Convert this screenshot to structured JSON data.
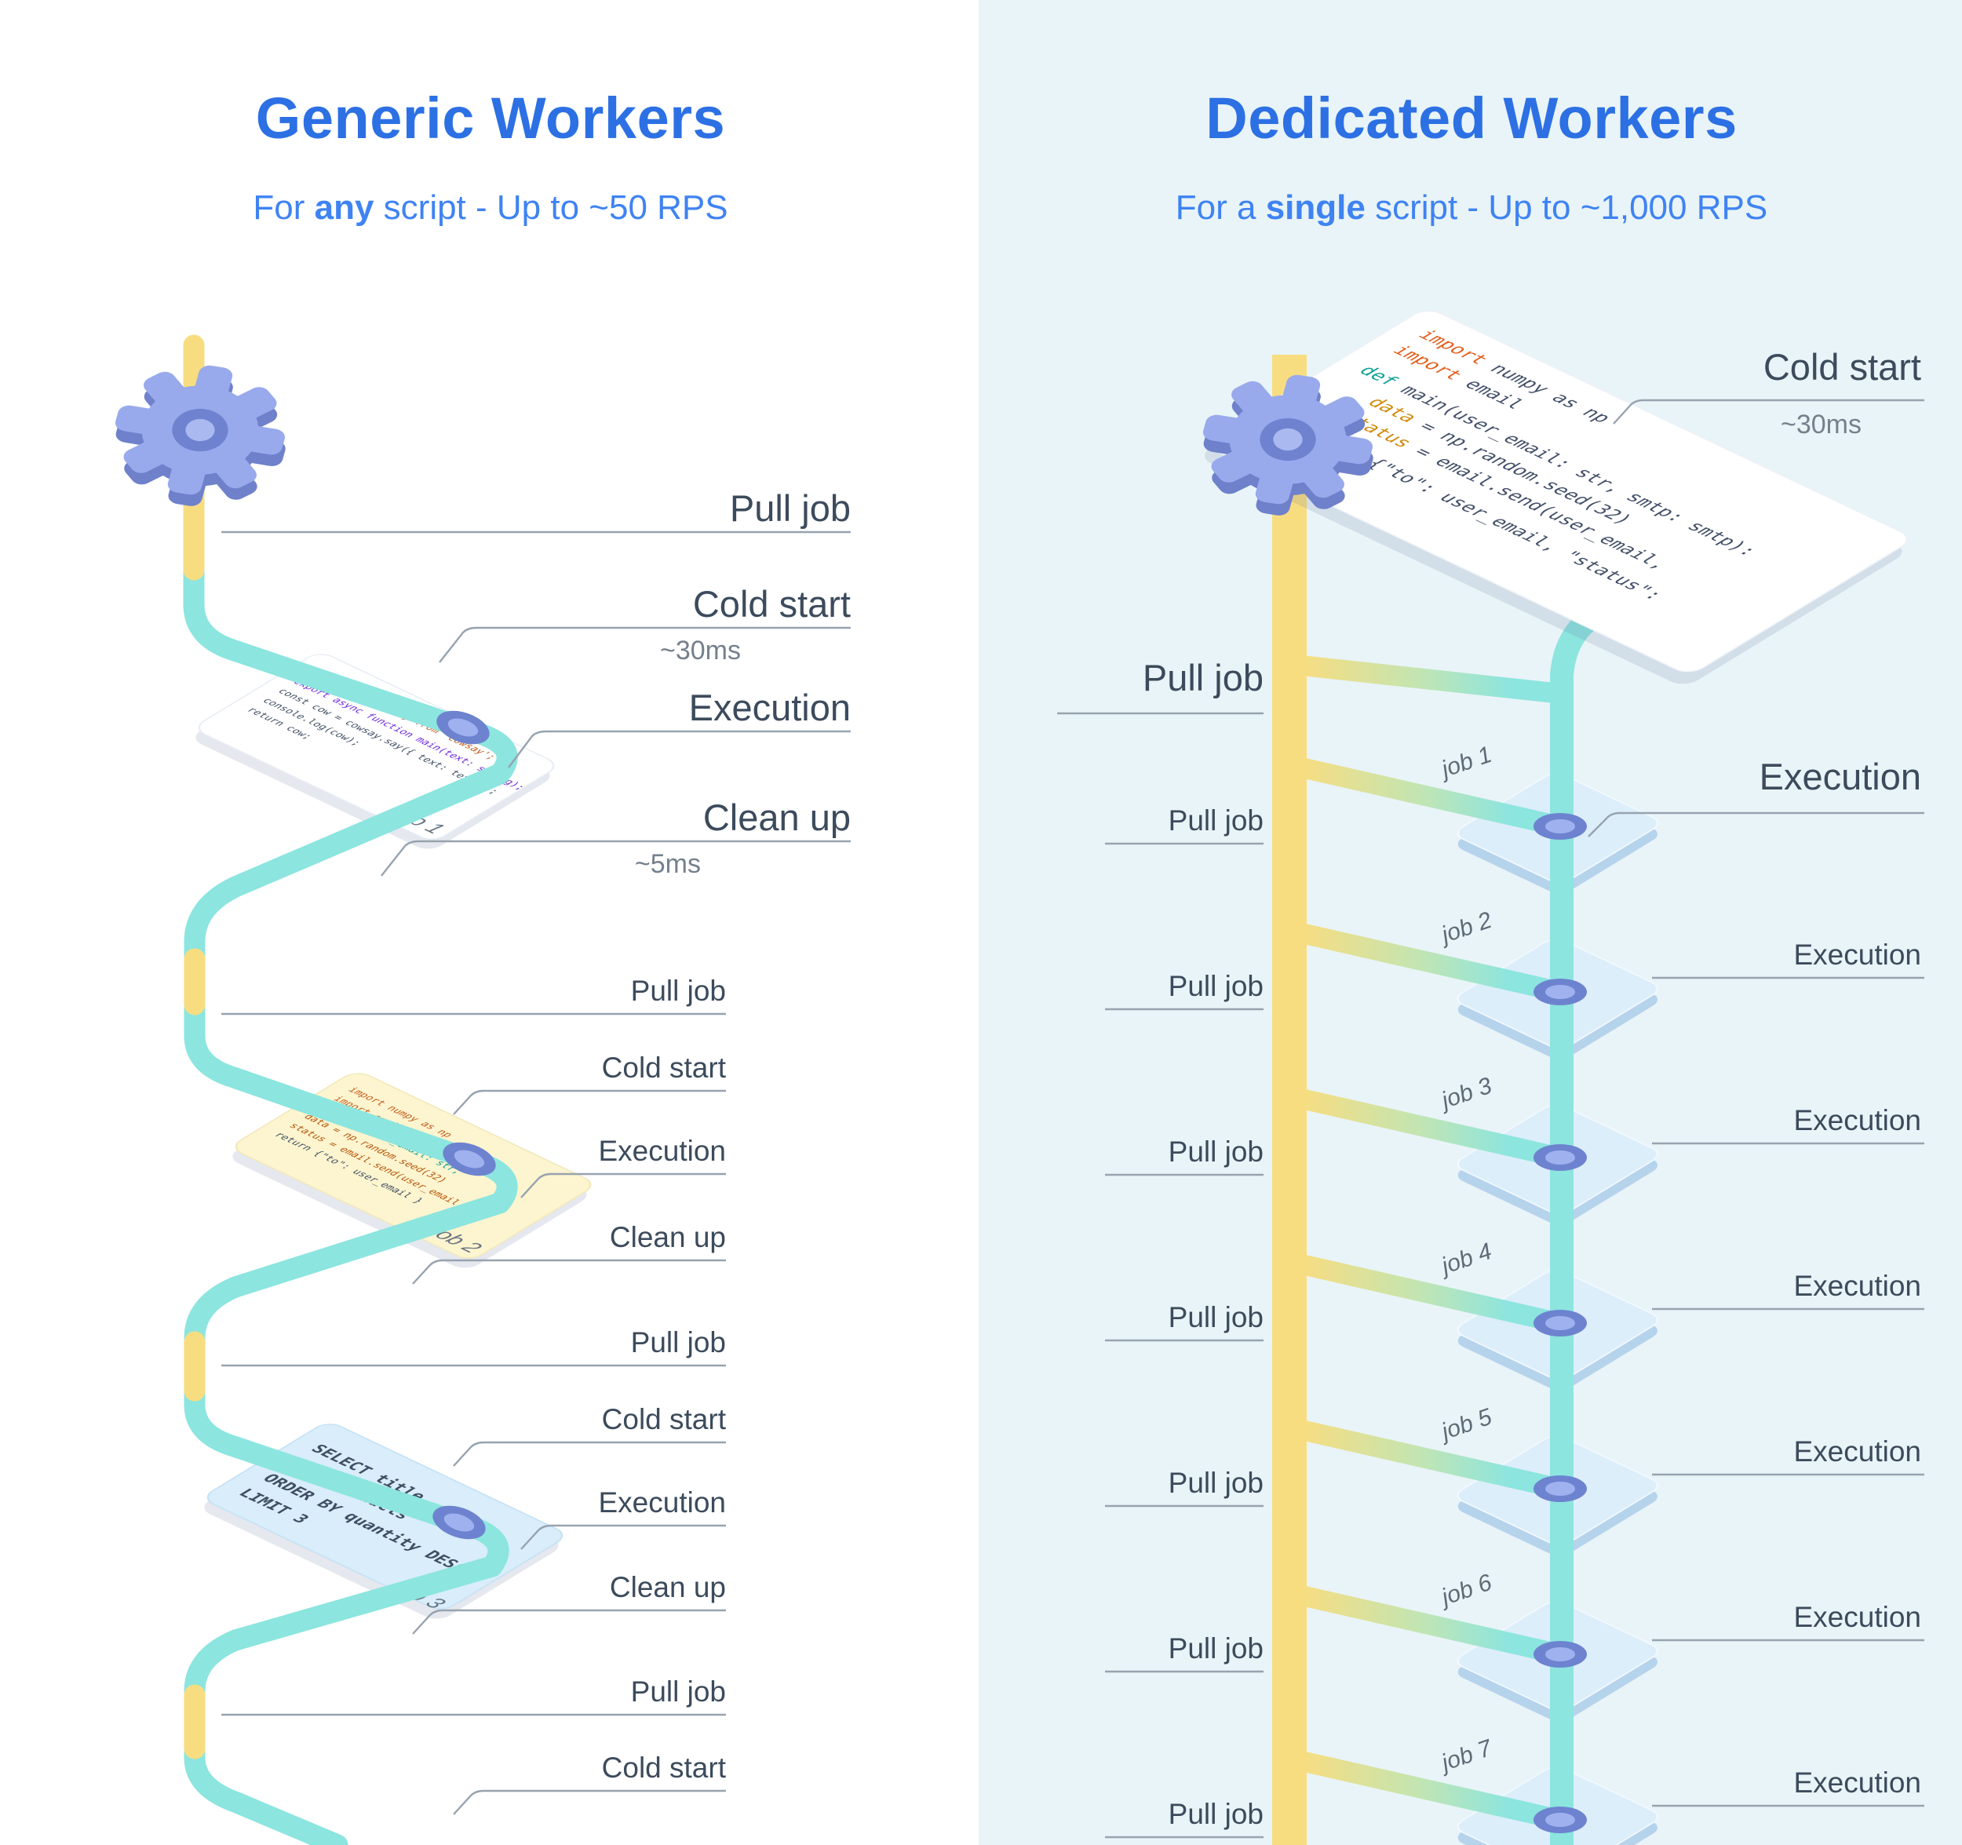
{
  "colors": {
    "title_blue": "#2c70e4",
    "subtitle_blue": "#3f83f2",
    "path_teal": "#8ce5df",
    "path_yellow": "#f8dd80",
    "node_blue": "#6d83cf",
    "right_panel_bg": "#e9f4f8",
    "label_dark": "#3c4b5c",
    "label_gray": "#75808d"
  },
  "left": {
    "title": "Generic Workers",
    "subtitle": {
      "pre": "For ",
      "bold": "any",
      "post": " script - Up to ~50 RPS"
    },
    "steps": [
      {
        "label": "Pull job"
      },
      {
        "label": "Cold start",
        "sub": "~30ms"
      },
      {
        "label": "Execution"
      },
      {
        "label": "Clean up",
        "sub": "~5ms"
      },
      {
        "label": "Pull job"
      },
      {
        "label": "Cold start"
      },
      {
        "label": "Execution"
      },
      {
        "label": "Clean up"
      },
      {
        "label": "Pull job"
      },
      {
        "label": "Cold start"
      },
      {
        "label": "Execution"
      },
      {
        "label": "Clean up"
      },
      {
        "label": "Pull job"
      },
      {
        "label": "Cold start"
      }
    ],
    "jobs": [
      {
        "name": "job 1",
        "code": [
          "import * as cowsay from 'cowsay';",
          "export async function main(text: string);",
          "const cow = cowsay.say({ text: text });",
          "console.log(cow);",
          "return cow;"
        ]
      },
      {
        "name": "job 2",
        "code": [
          "import numpy as np",
          "import email",
          "def main(user_email: str,",
          "data = np.random.seed(32)",
          "status = email.send(user_email,",
          "return {\"to\": user_email }"
        ]
      },
      {
        "name": "job 3",
        "code": [
          "SELECT title",
          "FROM products",
          "ORDER BY quantity DESC",
          "LIMIT 3"
        ]
      }
    ]
  },
  "right": {
    "title": "Dedicated Workers",
    "subtitle": {
      "pre": "For a ",
      "bold": "single",
      "post": " script - Up to ~1,000 RPS"
    },
    "cold_start": {
      "label": "Cold start",
      "sub": "~30ms"
    },
    "pull_job_main": "Pull job",
    "execution_main": "Execution",
    "pull_jobs": [
      "Pull job",
      "Pull job",
      "Pull job",
      "Pull job",
      "Pull job",
      "Pull job",
      "Pull job"
    ],
    "executions": [
      "Execution",
      "Execution",
      "Execution",
      "Execution",
      "Execution",
      "Execution"
    ],
    "jobs": [
      {
        "name": "job 1"
      },
      {
        "name": "job 2"
      },
      {
        "name": "job 3"
      },
      {
        "name": "job 4"
      },
      {
        "name": "job 5"
      },
      {
        "name": "job 6"
      },
      {
        "name": "job 7"
      }
    ],
    "script_code": [
      {
        "k": "import",
        "r": " numpy as np"
      },
      {
        "k": "import",
        "r": " email"
      },
      {
        "k": "def",
        "r": " main(user_email: str, smtp: smtp):"
      },
      {
        "k": "data",
        "r": " = np.random.seed(32)"
      },
      {
        "k": "status",
        "r": " = email.send(user_email,"
      },
      {
        "k": "return",
        "r": " {\"to\": user_email, \"status\":"
      }
    ]
  }
}
